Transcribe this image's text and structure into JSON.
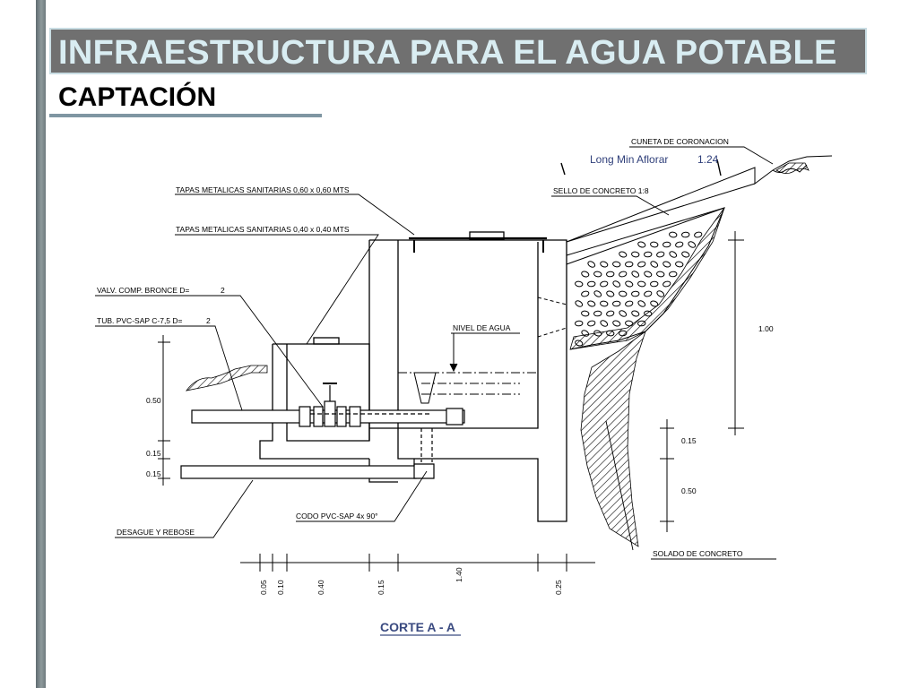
{
  "header": {
    "title": "INFRAESTRUCTURA PARA EL AGUA POTABLE",
    "subtitle": "CAPTACIÓN"
  },
  "drawing": {
    "labels": {
      "cuneta": "CUNETA DE CORONACION",
      "long_min": "Long Min Aflorar",
      "long_min_value": "1.24",
      "sello": "SELLO DE CONCRETO 1:8",
      "tapas_060": "TAPAS METALICAS SANITARIAS 0,60 x 0,60 MTS",
      "tapas_040": "TAPAS METALICAS SANITARIAS 0,40 x 0,40 MTS",
      "valv": "VALV. COMP. BRONCE D=",
      "valv_d": "2",
      "tub": "TUB. PVC-SAP C-7,5 D=",
      "tub_d": "2",
      "nivel": "NIVEL DE AGUA",
      "desague": "DESAGUE Y REBOSE",
      "codo": "CODO PVC-SAP 4x 90°",
      "solado": "SOLADO DE CONCRETO",
      "caption": "CORTE A - A"
    },
    "dimensions": {
      "left_050": "0.50",
      "left_015a": "0.15",
      "left_015b": "0.15",
      "right_100": "1.00",
      "right_015": "0.15",
      "right_050": "0.50",
      "bottom": [
        "0.05",
        "0.10",
        "0.40",
        "0.15",
        "1.40",
        "0.25"
      ]
    }
  }
}
